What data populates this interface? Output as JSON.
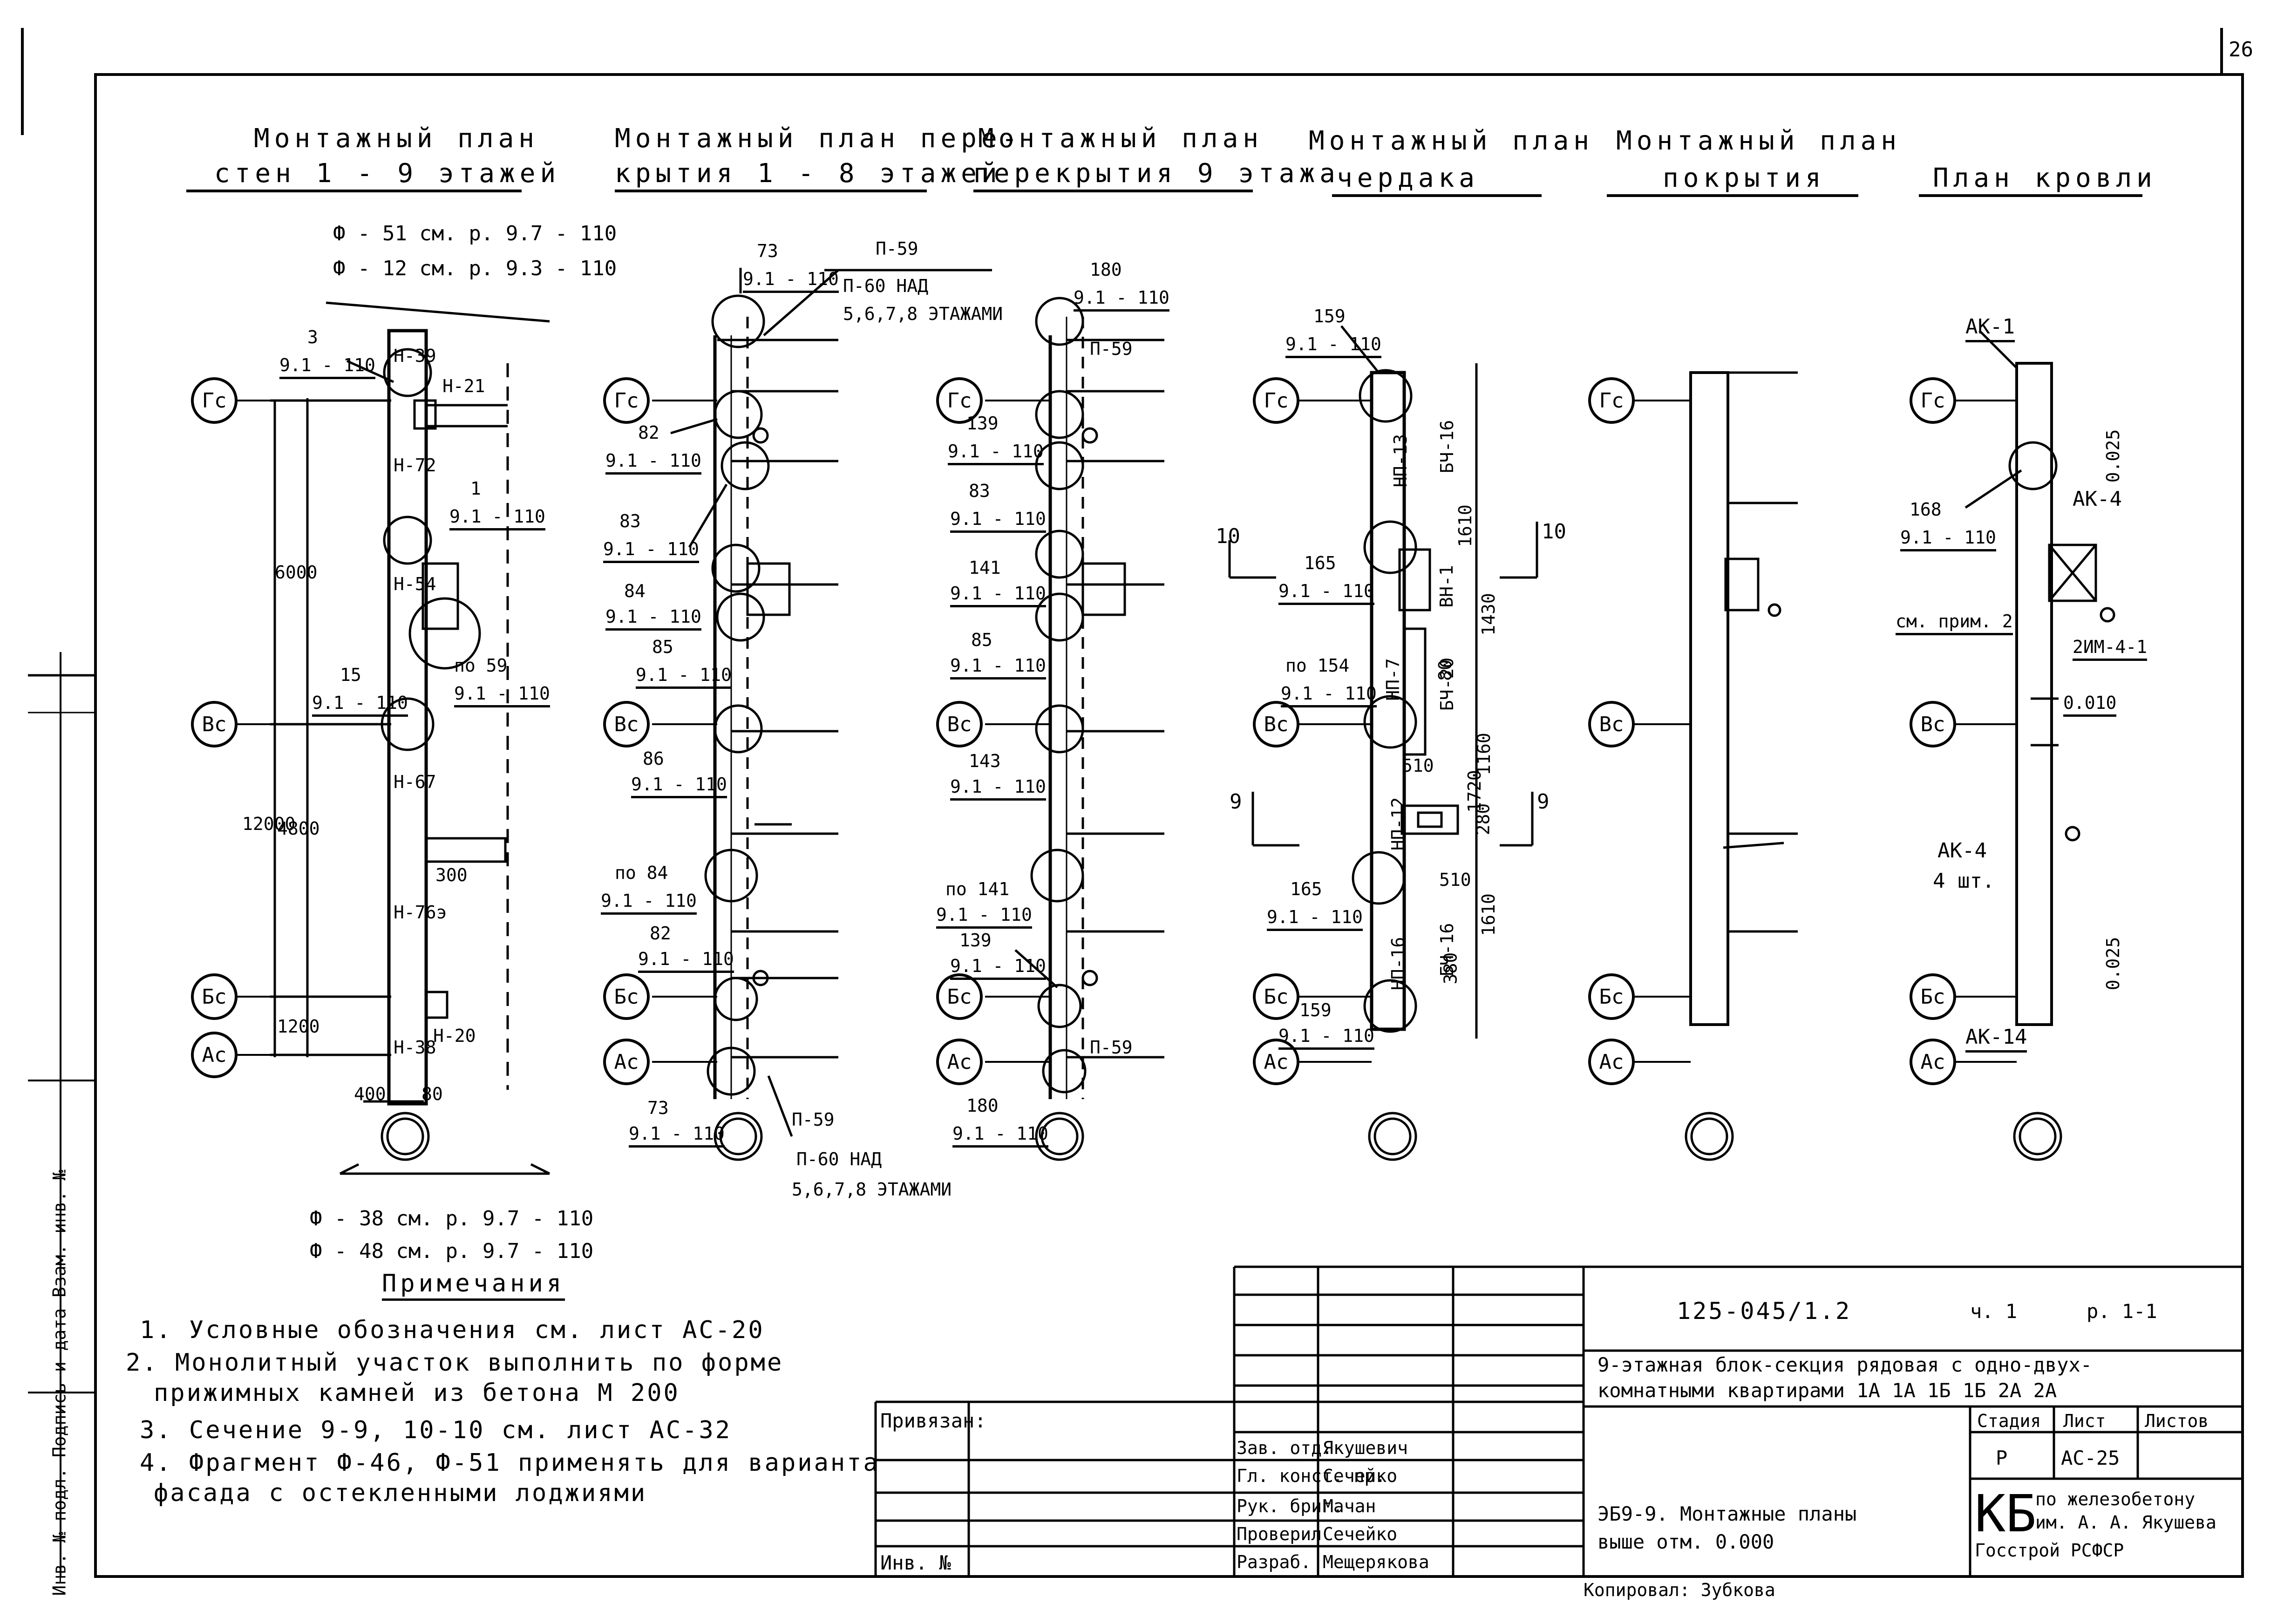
{
  "sheet_number": "26",
  "headings": [
    {
      "line1": "Монтажный план",
      "line2": "стен 1 - 9 этажей"
    },
    {
      "line1": "Монтажный план пере-",
      "line2": "крытия 1 - 8 этажей"
    },
    {
      "line1": "Монтажный план",
      "line2": "перекрытия 9 этажа"
    },
    {
      "line1": "Монтажный план",
      "line2": "чердака"
    },
    {
      "line1": "Монтажный план",
      "line2": "покрытия"
    },
    {
      "line1": "План кровли"
    }
  ],
  "axes": [
    "Гс",
    "Вс",
    "Бс",
    "Ас"
  ],
  "plan_walls": {
    "fragments_top": [
      "Ф - 51 см. р. 9.7 - 110",
      "Ф - 12 см. р. 9.3 - 110"
    ],
    "fragments_bottom": [
      "Ф - 38 см. р. 9.7 - 110",
      "Ф - 48 см. р. 9.7 - 110"
    ],
    "nodes": [
      {
        "num": "3",
        "sheet": "9.1 - 110"
      },
      {
        "num": "1",
        "sheet": "9.1 - 110"
      },
      {
        "num": "15",
        "sheet": "9.1 - 110"
      },
      {
        "num": "по 59",
        "sheet": "9.1 - 110"
      }
    ],
    "panels": [
      "Н-39",
      "Н-21",
      "Н-72",
      "Н-54",
      "Н-67",
      "Н-76э",
      "Н-38",
      "Н-20"
    ],
    "dims": [
      "300",
      "6000",
      "12000",
      "4800",
      "1200",
      "400",
      "80"
    ]
  },
  "plan_slab_18": {
    "top_node": {
      "num": "73",
      "sheet": "9.1 - 110"
    },
    "callout_top": [
      "П-59",
      "П-60 НАД",
      "5,6,7,8 ЭТАЖАМИ"
    ],
    "nodes": [
      {
        "num": "82",
        "sheet": "9.1 - 110"
      },
      {
        "num": "83",
        "sheet": "9.1 - 110"
      },
      {
        "num": "84",
        "sheet": "9.1 - 110"
      },
      {
        "num": "85",
        "sheet": "9.1 - 110"
      },
      {
        "num": "86",
        "sheet": "9.1 - 110"
      },
      {
        "num": "по 84",
        "sheet": "9.1 - 110"
      },
      {
        "num": "82",
        "sheet": "9.1 - 110"
      }
    ],
    "bottom_node": {
      "num": "73",
      "sheet": "9.1 - 110"
    },
    "callout_bottom": [
      "П-59",
      "П-60 НАД",
      "5,6,7,8 ЭТАЖАМИ"
    ]
  },
  "plan_slab_9": {
    "top_node": {
      "num": "180",
      "sheet": "9.1 - 110"
    },
    "panels": [
      "П-59",
      "П-59"
    ],
    "nodes": [
      {
        "num": "139",
        "sheet": "9.1 - 110"
      },
      {
        "num": "83",
        "sheet": "9.1 - 110"
      },
      {
        "num": "141",
        "sheet": "9.1 - 110"
      },
      {
        "num": "85",
        "sheet": "9.1 - 110"
      },
      {
        "num": "143",
        "sheet": "9.1 - 110"
      },
      {
        "num": "по 141",
        "sheet": "9.1 - 110"
      },
      {
        "num": "139",
        "sheet": "9.1 - 110"
      }
    ],
    "bottom_node": {
      "num": "180",
      "sheet": "9.1 - 110"
    }
  },
  "plan_attic": {
    "top_node": {
      "num": "159",
      "sheet": "9.1 - 110"
    },
    "nodes": [
      {
        "num": "165",
        "sheet": "9.1 - 110"
      },
      {
        "num": "по 154",
        "sheet": "9.1 - 110"
      },
      {
        "num": "165",
        "sheet": "9.1 - 110"
      },
      {
        "num": "159",
        "sheet": "9.1 - 110"
      }
    ],
    "panels": [
      "НП-13",
      "НП-7",
      "НП-12",
      "НП-16"
    ],
    "blocks": [
      "БЧ-16",
      "БЧ-20",
      "БЧ-16"
    ],
    "vent": "ВН-1",
    "dims": [
      "1610",
      "1430",
      "1720",
      "1160",
      "280",
      "1610",
      "510",
      "510",
      "380",
      "80"
    ],
    "sections": [
      "10",
      "9"
    ]
  },
  "plan_roof": {
    "node": {
      "num": "168",
      "sheet": "9.1 - 110"
    },
    "labels": [
      "АК-1",
      "АК-4",
      "см. прим. 2",
      "2ИМ-4-1",
      "0.010",
      "АК-4",
      "4 шт.",
      "АК-14",
      "0.025"
    ]
  },
  "notes": {
    "title": "Примечания",
    "items": [
      "1. Условные обозначения см. лист АС-20",
      "2. Монолитный участок выполнить по форме",
      "прижимных камней из бетона М 200",
      "3. Сечение 9-9, 10-10 см. лист АС-32",
      "4. Фрагмент Ф-46, Ф-51 применять для варианта",
      "фасада с остекленными лоджиями"
    ]
  },
  "title_block": {
    "code": "125-045/1.2",
    "part": "ч. 1",
    "section": "р. 1-1",
    "title_line1": "9-этажная блок-секция рядовая с одно-двух-",
    "title_line2": "комнатными квартирами 1А 1А 1Б 1Б 2А 2А",
    "bound_label": "Привязан:",
    "inventory_label": "Инв. №",
    "staff": [
      {
        "role": "Зав. отд.",
        "name": "Якушевич"
      },
      {
        "role": "Гл. конст. пр.",
        "name": "Сечейко"
      },
      {
        "role": "Рук. бриг.",
        "name": "Мачан"
      },
      {
        "role": "Проверил",
        "name": "Сечейко"
      },
      {
        "role": "Разраб.",
        "name": "Мещерякова"
      }
    ],
    "sheet_name_line1": "ЭБ9-9. Монтажные планы",
    "sheet_name_line2": "выше отм. 0.000",
    "stage_header": "Стадия",
    "sheet_header": "Лист",
    "sheets_header": "Листов",
    "stage": "Р",
    "sheet": "АС-25",
    "org_logo": "КБ",
    "org_line1": "по железобетону",
    "org_line2": "им. А. А. Якушева",
    "org_line3": "Госстрой РСФСР",
    "copied_by": "Копировал: Зубкова"
  },
  "side_stamp": "Инв. № подл.   Подпись и дата   Взам. инв. №"
}
